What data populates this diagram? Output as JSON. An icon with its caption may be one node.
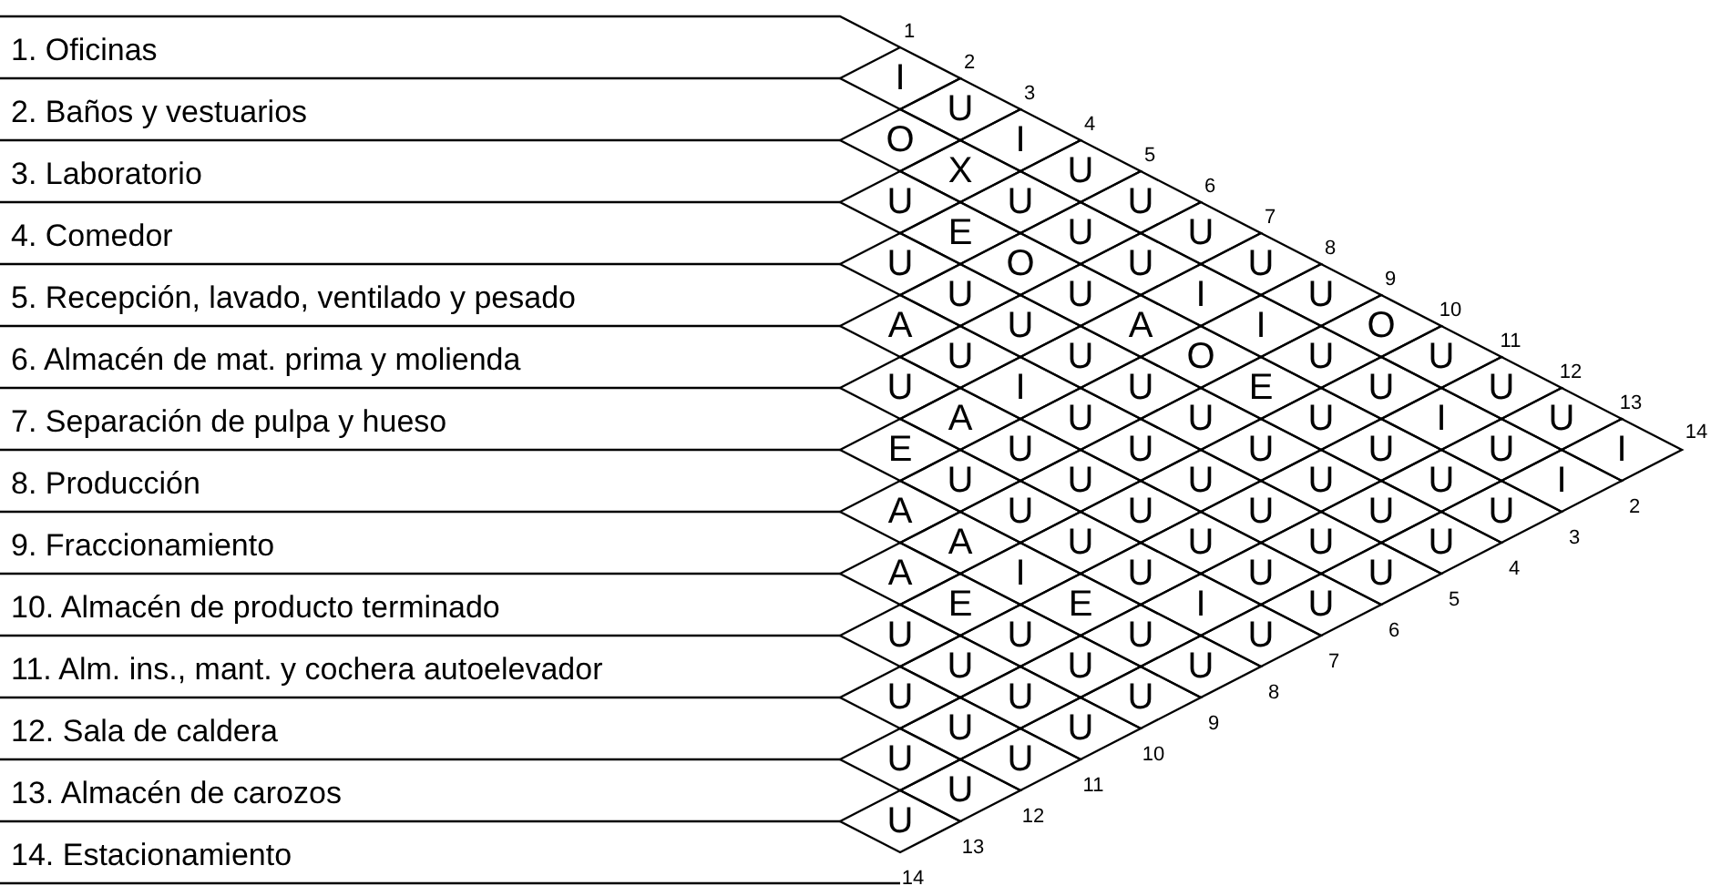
{
  "diagram": {
    "nodes": [
      {
        "text": [
          "1. Oficinas"
        ]
      },
      {
        "text": [
          "2. Baños y vestuarios"
        ]
      },
      {
        "text": [
          "3. Laboratorio"
        ]
      },
      {
        "text": [
          "4. Comedor"
        ]
      },
      {
        "text": [
          "5. Recepción, lavado, ventilado y pesado"
        ]
      },
      {
        "text": [
          "6. Almacén de mat. prima y molienda"
        ]
      },
      {
        "text": [
          "7. Separación de pulpa y hueso"
        ]
      },
      {
        "text": [
          "8. Producción"
        ]
      },
      {
        "text": [
          "9. Fraccionamiento"
        ]
      },
      {
        "text": [
          "10. Almacén de producto terminado"
        ]
      },
      {
        "text": [
          "11. Alm. ins., mant. y cochera autoelevador"
        ]
      },
      {
        "text": [
          "12. Sala de caldera"
        ]
      },
      {
        "text": [
          "13. Almacén de carozos"
        ]
      },
      {
        "text": [
          "14. Estacionamiento"
        ]
      },
      {
        "text": [
          "I"
        ]
      },
      {
        "text": [
          "U"
        ]
      },
      {
        "text": [
          "I"
        ]
      },
      {
        "text": [
          "U"
        ]
      },
      {
        "text": [
          "U"
        ]
      },
      {
        "text": [
          "U"
        ]
      },
      {
        "text": [
          "U"
        ]
      },
      {
        "text": [
          "U"
        ]
      },
      {
        "text": [
          "O"
        ]
      },
      {
        "text": [
          "U"
        ]
      },
      {
        "text": [
          "U"
        ]
      },
      {
        "text": [
          "U"
        ]
      },
      {
        "text": [
          "I"
        ]
      },
      {
        "text": [
          "O"
        ]
      },
      {
        "text": [
          "X"
        ]
      },
      {
        "text": [
          "U"
        ]
      },
      {
        "text": [
          "U"
        ]
      },
      {
        "text": [
          "U"
        ]
      },
      {
        "text": [
          "I"
        ]
      },
      {
        "text": [
          "I"
        ]
      },
      {
        "text": [
          "U"
        ]
      },
      {
        "text": [
          "U"
        ]
      },
      {
        "text": [
          "I"
        ]
      },
      {
        "text": [
          "U"
        ]
      },
      {
        "text": [
          "I"
        ]
      },
      {
        "text": [
          "U"
        ]
      },
      {
        "text": [
          "E"
        ]
      },
      {
        "text": [
          "O"
        ]
      },
      {
        "text": [
          "U"
        ]
      },
      {
        "text": [
          "A"
        ]
      },
      {
        "text": [
          "O"
        ]
      },
      {
        "text": [
          "E"
        ]
      },
      {
        "text": [
          "U"
        ]
      },
      {
        "text": [
          "U"
        ]
      },
      {
        "text": [
          "U"
        ]
      },
      {
        "text": [
          "U"
        ]
      },
      {
        "text": [
          "U"
        ]
      },
      {
        "text": [
          "U"
        ]
      },
      {
        "text": [
          "U"
        ]
      },
      {
        "text": [
          "U"
        ]
      },
      {
        "text": [
          "U"
        ]
      },
      {
        "text": [
          "U"
        ]
      },
      {
        "text": [
          "U"
        ]
      },
      {
        "text": [
          "U"
        ]
      },
      {
        "text": [
          "U"
        ]
      },
      {
        "text": [
          "U"
        ]
      },
      {
        "text": [
          "A"
        ]
      },
      {
        "text": [
          "U"
        ]
      },
      {
        "text": [
          "I"
        ]
      },
      {
        "text": [
          "U"
        ]
      },
      {
        "text": [
          "U"
        ]
      },
      {
        "text": [
          "U"
        ]
      },
      {
        "text": [
          "U"
        ]
      },
      {
        "text": [
          "U"
        ]
      },
      {
        "text": [
          "U"
        ]
      },
      {
        "text": [
          "U"
        ]
      },
      {
        "text": [
          "A"
        ]
      },
      {
        "text": [
          "U"
        ]
      },
      {
        "text": [
          "U"
        ]
      },
      {
        "text": [
          "U"
        ]
      },
      {
        "text": [
          "U"
        ]
      },
      {
        "text": [
          "U"
        ]
      },
      {
        "text": [
          "U"
        ]
      },
      {
        "text": [
          "E"
        ]
      },
      {
        "text": [
          "U"
        ]
      },
      {
        "text": [
          "U"
        ]
      },
      {
        "text": [
          "U"
        ]
      },
      {
        "text": [
          "U"
        ]
      },
      {
        "text": [
          "I"
        ]
      },
      {
        "text": [
          "U"
        ]
      },
      {
        "text": [
          "A"
        ]
      },
      {
        "text": [
          "A"
        ]
      },
      {
        "text": [
          "I"
        ]
      },
      {
        "text": [
          "E"
        ]
      },
      {
        "text": [
          "U"
        ]
      },
      {
        "text": [
          "U"
        ]
      },
      {
        "text": [
          "A"
        ]
      },
      {
        "text": [
          "E"
        ]
      },
      {
        "text": [
          "U"
        ]
      },
      {
        "text": [
          "U"
        ]
      },
      {
        "text": [
          "U"
        ]
      },
      {
        "text": [
          "U"
        ]
      },
      {
        "text": [
          "U"
        ]
      },
      {
        "text": [
          "U"
        ]
      },
      {
        "text": [
          "U"
        ]
      },
      {
        "text": [
          "U"
        ]
      },
      {
        "text": [
          "U"
        ]
      },
      {
        "text": [
          "U"
        ]
      },
      {
        "text": [
          "U"
        ]
      },
      {
        "text": [
          "U"
        ]
      },
      {
        "text": [
          "U"
        ]
      }
    ],
    "labels": [
      "1",
      "2",
      "3",
      "4",
      "5",
      "6",
      "7",
      "8",
      "9",
      "10",
      "11",
      "12",
      "13",
      "14",
      "2",
      "3",
      "4",
      "5",
      "6",
      "7",
      "8",
      "9",
      "10",
      "11",
      "12",
      "13",
      "14"
    ]
  }
}
